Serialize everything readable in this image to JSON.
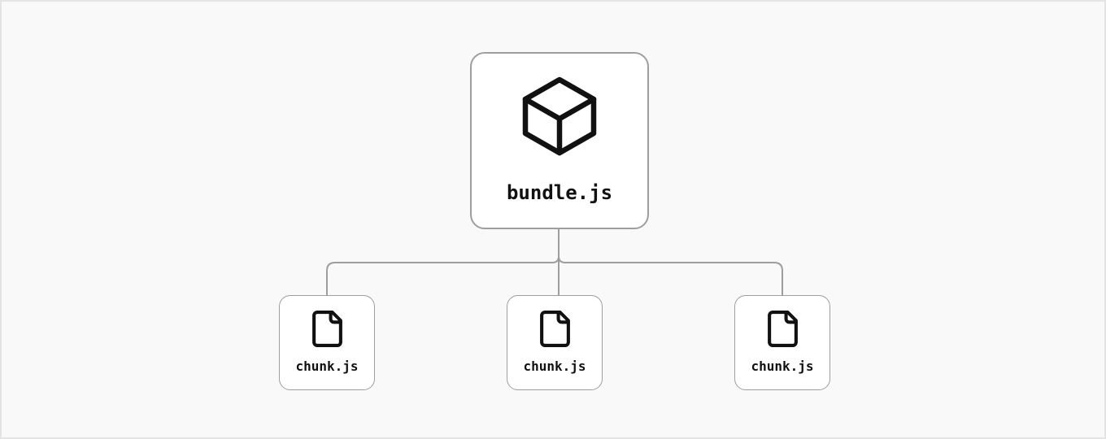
{
  "colors": {
    "canvas_bg": "#f9f9f9",
    "canvas_border": "#e4e4e4",
    "node_bg": "#ffffff",
    "node_border": "#9e9e9e",
    "connector": "#9e9e9e",
    "ink": "#111111"
  },
  "diagram": {
    "root": {
      "label": "bundle.js",
      "icon": "cube-icon"
    },
    "children": [
      {
        "label": "chunk.js",
        "icon": "file-icon"
      },
      {
        "label": "chunk.js",
        "icon": "file-icon"
      },
      {
        "label": "chunk.js",
        "icon": "file-icon"
      }
    ]
  }
}
